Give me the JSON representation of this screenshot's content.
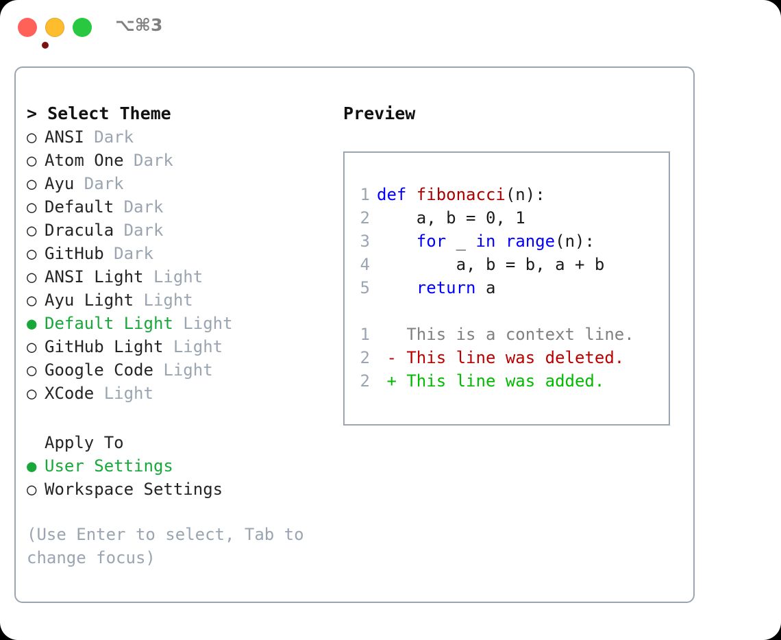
{
  "titlebar": {
    "shortcut": "⌥⌘3",
    "buttons": {
      "close": "close",
      "minimize": "minimize",
      "maximize": "maximize"
    }
  },
  "left": {
    "header": "> Select Theme",
    "themes": [
      {
        "marker": "○",
        "name": "ANSI",
        "badge": "Dark",
        "selected": false
      },
      {
        "marker": "○",
        "name": "Atom One",
        "badge": "Dark",
        "selected": false
      },
      {
        "marker": "○",
        "name": "Ayu",
        "badge": "Dark",
        "selected": false
      },
      {
        "marker": "○",
        "name": "Default",
        "badge": "Dark",
        "selected": false
      },
      {
        "marker": "○",
        "name": "Dracula",
        "badge": "Dark",
        "selected": false
      },
      {
        "marker": "○",
        "name": "GitHub",
        "badge": "Dark",
        "selected": false
      },
      {
        "marker": "○",
        "name": "ANSI Light",
        "badge": "Light",
        "selected": false
      },
      {
        "marker": "○",
        "name": "Ayu Light",
        "badge": "Light",
        "selected": false
      },
      {
        "marker": "●",
        "name": "Default Light",
        "badge": "Light",
        "selected": true
      },
      {
        "marker": "○",
        "name": "GitHub Light",
        "badge": "Light",
        "selected": false
      },
      {
        "marker": "○",
        "name": "Google Code",
        "badge": "Light",
        "selected": false
      },
      {
        "marker": "○",
        "name": "XCode",
        "badge": "Light",
        "selected": false
      }
    ],
    "apply_to": {
      "label": "Apply To",
      "options": [
        {
          "marker": "●",
          "name": "User Settings",
          "selected": true
        },
        {
          "marker": "○",
          "name": "Workspace Settings",
          "selected": false
        }
      ]
    },
    "hint": "(Use Enter to select, Tab to change focus)"
  },
  "right": {
    "title": "Preview",
    "code_lines": [
      {
        "n": "1",
        "tokens": [
          {
            "t": "def ",
            "c": "kw"
          },
          {
            "t": "fibonacci",
            "c": "fn"
          },
          {
            "t": "(n):",
            "c": "pl"
          }
        ]
      },
      {
        "n": "2",
        "tokens": [
          {
            "t": "    a, b = 0, 1",
            "c": "pl"
          }
        ]
      },
      {
        "n": "3",
        "tokens": [
          {
            "t": "    ",
            "c": "pl"
          },
          {
            "t": "for",
            "c": "kw"
          },
          {
            "t": " _ ",
            "c": "pl"
          },
          {
            "t": "in",
            "c": "kw"
          },
          {
            "t": " ",
            "c": "pl"
          },
          {
            "t": "range",
            "c": "kw"
          },
          {
            "t": "(n):",
            "c": "pl"
          }
        ]
      },
      {
        "n": "4",
        "tokens": [
          {
            "t": "        a, b = b, a + b",
            "c": "pl"
          }
        ]
      },
      {
        "n": "5",
        "tokens": [
          {
            "t": "    ",
            "c": "pl"
          },
          {
            "t": "return",
            "c": "kw"
          },
          {
            "t": " a",
            "c": "pl"
          }
        ]
      }
    ],
    "diff_lines": [
      {
        "n": "1",
        "tokens": [
          {
            "t": "   This is a context line.",
            "c": "ctx"
          }
        ]
      },
      {
        "n": "2",
        "tokens": [
          {
            "t": " - This line was deleted.",
            "c": "del"
          }
        ]
      },
      {
        "n": "2",
        "tokens": [
          {
            "t": " + This line was added.",
            "c": "add"
          }
        ]
      }
    ]
  },
  "colors": {
    "accent_green": "#18a83a",
    "muted_blue_gray": "#9aa5b1",
    "keyword_blue": "#0000ff",
    "function_red": "#aa0000",
    "diff_added": "#00bb00",
    "diff_deleted": "#bb0000",
    "traffic_red": "#ff6058",
    "traffic_yellow": "#ffbd2e",
    "traffic_green": "#28c840"
  }
}
